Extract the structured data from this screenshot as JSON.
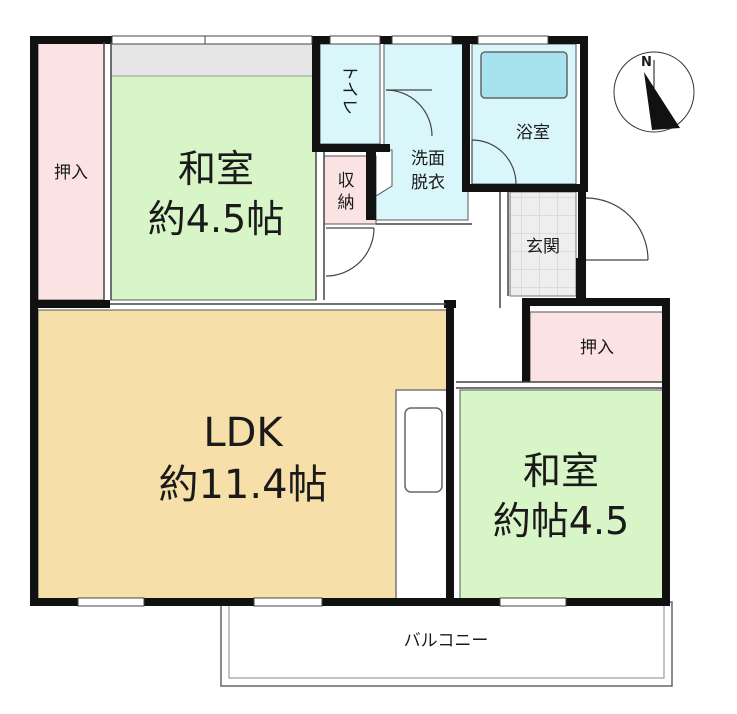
{
  "rooms": {
    "washitsu_top": {
      "name": "和室",
      "size": "約4.5帖"
    },
    "ldk": {
      "name": "LDK",
      "size": "約11.4帖"
    },
    "washitsu_right": {
      "name": "和室",
      "size": "約帖4.5"
    }
  },
  "labels": {
    "oshiire_left": "押入",
    "oshiire_right": "押入",
    "toilet": "トイレ",
    "shuno_1": "収",
    "shuno_2": "納",
    "senmen_1": "洗面",
    "senmen_2": "脱衣",
    "yokushitsu": "浴室",
    "genkan": "玄関",
    "balcony": "バルコニー"
  },
  "compass": {
    "north_label": "N"
  },
  "colors": {
    "tatami": "#d8f5c8",
    "ldk": "#f6dfa8",
    "oshiire": "#fbe3e3",
    "wet": "#d9f6fb",
    "bath": "#a6e3ee",
    "genkan": "#efefef",
    "wall": "#111111"
  }
}
